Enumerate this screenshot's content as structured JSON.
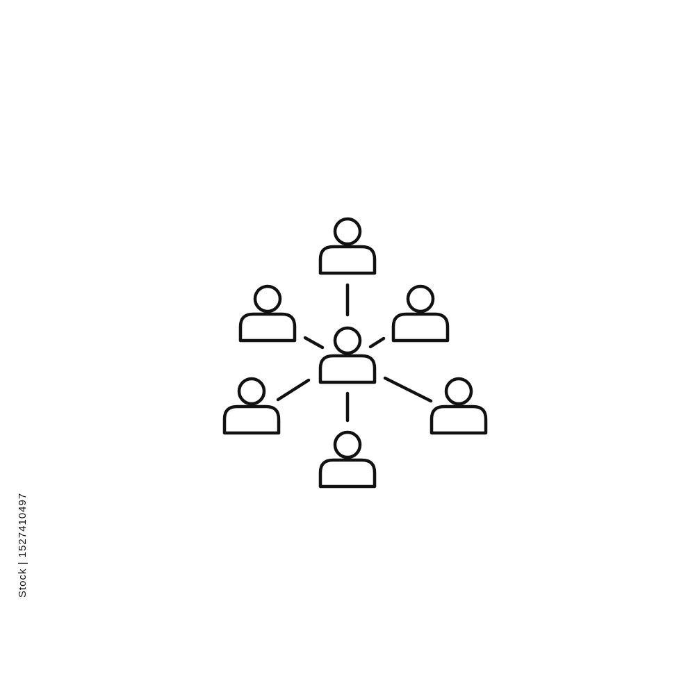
{
  "image": {
    "background_color": "#ffffff",
    "line_color": "#111111",
    "icon": "people-network-icon",
    "nodes": [
      {
        "role": "center",
        "icon": "person-icon"
      },
      {
        "role": "top",
        "icon": "person-icon"
      },
      {
        "role": "upper-left",
        "icon": "person-icon"
      },
      {
        "role": "upper-right",
        "icon": "person-icon"
      },
      {
        "role": "lower-left",
        "icon": "person-icon"
      },
      {
        "role": "lower-right",
        "icon": "person-icon"
      },
      {
        "role": "bottom",
        "icon": "person-icon"
      }
    ]
  },
  "stock_caption": "Stock | 1527410497"
}
